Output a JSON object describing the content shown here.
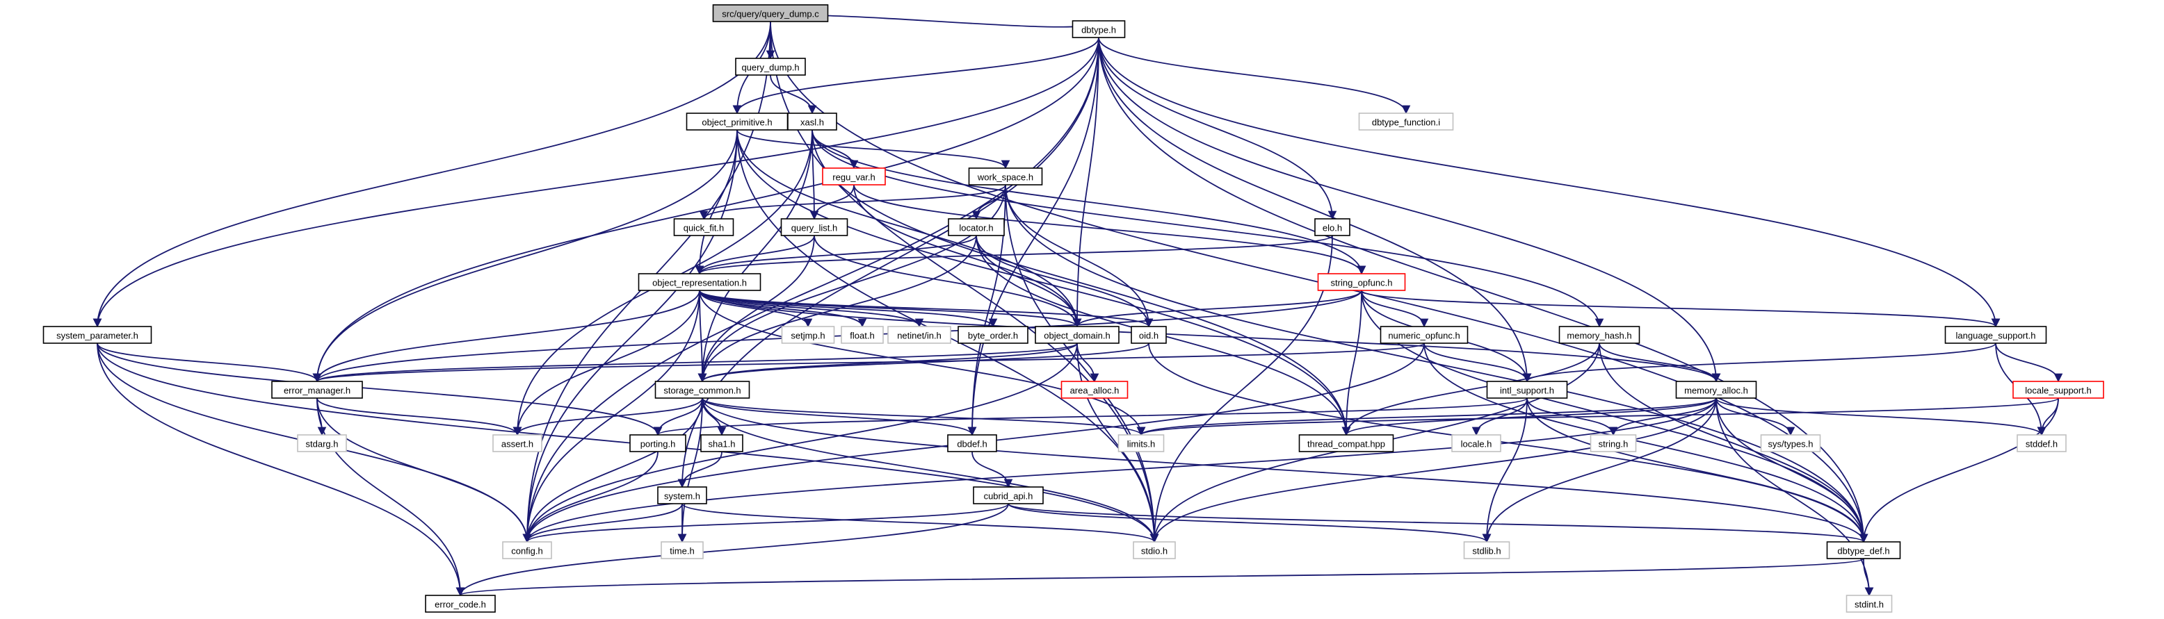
{
  "colors": {
    "edge": "#191970",
    "edge_light": "#a9a9a9",
    "node_border": "#000000",
    "node_border_light": "#bfbfbf",
    "node_border_missing": "#ff0000",
    "root_fill": "#bfbfbf",
    "node_fill": "#ffffff"
  },
  "nodes": [
    {
      "id": "root",
      "label": "src/query/query_dump.c",
      "style": "root"
    },
    {
      "id": "query_dump_h",
      "label": "query_dump.h",
      "style": "normal"
    },
    {
      "id": "dbtype_h",
      "label": "dbtype.h",
      "style": "normal"
    },
    {
      "id": "object_primitive_h",
      "label": "object_primitive.h",
      "style": "normal"
    },
    {
      "id": "xasl_h",
      "label": "xasl.h",
      "style": "normal"
    },
    {
      "id": "dbtype_function_i",
      "label": "dbtype_function.i",
      "style": "light"
    },
    {
      "id": "regu_var_h",
      "label": "regu_var.h",
      "style": "missing"
    },
    {
      "id": "work_space_h",
      "label": "work_space.h",
      "style": "normal"
    },
    {
      "id": "quick_fit_h",
      "label": "quick_fit.h",
      "style": "normal"
    },
    {
      "id": "query_list_h",
      "label": "query_list.h",
      "style": "normal"
    },
    {
      "id": "locator_h",
      "label": "locator.h",
      "style": "normal"
    },
    {
      "id": "elo_h",
      "label": "elo.h",
      "style": "normal"
    },
    {
      "id": "object_representation_h",
      "label": "object_representation.h",
      "style": "normal"
    },
    {
      "id": "string_opfunc_h",
      "label": "string_opfunc.h",
      "style": "missing"
    },
    {
      "id": "setjmp_h",
      "label": "setjmp.h",
      "style": "light"
    },
    {
      "id": "float_h",
      "label": "float.h",
      "style": "light"
    },
    {
      "id": "netinet_in_h",
      "label": "netinet/in.h",
      "style": "light"
    },
    {
      "id": "byte_order_h",
      "label": "byte_order.h",
      "style": "normal"
    },
    {
      "id": "object_domain_h",
      "label": "object_domain.h",
      "style": "normal"
    },
    {
      "id": "oid_h",
      "label": "oid.h",
      "style": "normal"
    },
    {
      "id": "numeric_opfunc_h",
      "label": "numeric_opfunc.h",
      "style": "normal"
    },
    {
      "id": "memory_hash_h",
      "label": "memory_hash.h",
      "style": "normal"
    },
    {
      "id": "language_support_h",
      "label": "language_support.h",
      "style": "normal"
    },
    {
      "id": "system_parameter_h",
      "label": "system_parameter.h",
      "style": "normal"
    },
    {
      "id": "error_manager_h",
      "label": "error_manager.h",
      "style": "normal"
    },
    {
      "id": "area_alloc_h",
      "label": "area_alloc.h",
      "style": "missing"
    },
    {
      "id": "storage_common_h",
      "label": "storage_common.h",
      "style": "normal"
    },
    {
      "id": "intl_support_h",
      "label": "intl_support.h",
      "style": "normal"
    },
    {
      "id": "memory_alloc_h",
      "label": "memory_alloc.h",
      "style": "normal"
    },
    {
      "id": "locale_support_h",
      "label": "locale_support.h",
      "style": "missing"
    },
    {
      "id": "stdarg_h",
      "label": "stdarg.h",
      "style": "light"
    },
    {
      "id": "assert_h",
      "label": "assert.h",
      "style": "light"
    },
    {
      "id": "porting_h",
      "label": "porting.h",
      "style": "normal"
    },
    {
      "id": "sha1_h",
      "label": "sha1.h",
      "style": "normal"
    },
    {
      "id": "dbdef_h",
      "label": "dbdef.h",
      "style": "normal"
    },
    {
      "id": "limits_h",
      "label": "limits.h",
      "style": "light"
    },
    {
      "id": "thread_compat_hpp",
      "label": "thread_compat.hpp",
      "style": "normal"
    },
    {
      "id": "locale_h",
      "label": "locale.h",
      "style": "light"
    },
    {
      "id": "string_h",
      "label": "string.h",
      "style": "light"
    },
    {
      "id": "sys_types_h",
      "label": "sys/types.h",
      "style": "light"
    },
    {
      "id": "stddef_h",
      "label": "stddef.h",
      "style": "light"
    },
    {
      "id": "system_h",
      "label": "system.h",
      "style": "normal"
    },
    {
      "id": "cubrid_api_h",
      "label": "cubrid_api.h",
      "style": "normal"
    },
    {
      "id": "config_h",
      "label": "config.h",
      "style": "light"
    },
    {
      "id": "time_h",
      "label": "time.h",
      "style": "light"
    },
    {
      "id": "stdio_h",
      "label": "stdio.h",
      "style": "light"
    },
    {
      "id": "stdlib_h",
      "label": "stdlib.h",
      "style": "light"
    },
    {
      "id": "dbtype_def_h",
      "label": "dbtype_def.h",
      "style": "normal"
    },
    {
      "id": "stdint_h",
      "label": "stdint.h",
      "style": "light"
    },
    {
      "id": "error_code_h",
      "label": "error_code.h",
      "style": "normal"
    }
  ],
  "edges": [
    [
      "root",
      "query_dump_h"
    ],
    [
      "root",
      "dbtype_h"
    ],
    [
      "root",
      "object_primitive_h"
    ],
    [
      "root",
      "system_parameter_h"
    ],
    [
      "root",
      "config_h"
    ],
    [
      "root",
      "stdio_h"
    ],
    [
      "root",
      "dbtype_def_h"
    ],
    [
      "query_dump_h",
      "xasl_h"
    ],
    [
      "dbtype_h",
      "object_primitive_h"
    ],
    [
      "dbtype_h",
      "dbtype_function_i"
    ],
    [
      "dbtype_h",
      "elo_h"
    ],
    [
      "dbtype_h",
      "object_domain_h"
    ],
    [
      "dbtype_h",
      "language_support_h"
    ],
    [
      "dbtype_h",
      "intl_support_h"
    ],
    [
      "dbtype_h",
      "memory_alloc_h"
    ],
    [
      "dbtype_h",
      "dbdef_h"
    ],
    [
      "dbtype_h",
      "system_parameter_h"
    ],
    [
      "dbtype_h",
      "error_manager_h"
    ],
    [
      "dbtype_h",
      "config_h"
    ],
    [
      "dbtype_h",
      "dbtype_def_h"
    ],
    [
      "dbtype_h",
      "system_h"
    ],
    [
      "object_primitive_h",
      "object_representation_h"
    ],
    [
      "object_primitive_h",
      "object_domain_h"
    ],
    [
      "object_primitive_h",
      "work_space_h"
    ],
    [
      "object_primitive_h",
      "error_manager_h"
    ],
    [
      "object_primitive_h",
      "config_h"
    ],
    [
      "object_primitive_h",
      "stdio_h"
    ],
    [
      "object_primitive_h",
      "thread_compat_hpp"
    ],
    [
      "xasl_h",
      "regu_var_h"
    ],
    [
      "xasl_h",
      "query_list_h"
    ],
    [
      "xasl_h",
      "string_opfunc_h"
    ],
    [
      "xasl_h",
      "memory_hash_h"
    ],
    [
      "xasl_h",
      "storage_common_h"
    ],
    [
      "xasl_h",
      "assert_h"
    ],
    [
      "xasl_h",
      "thread_compat_hpp"
    ],
    [
      "regu_var_h",
      "query_list_h"
    ],
    [
      "regu_var_h",
      "string_opfunc_h"
    ],
    [
      "regu_var_h",
      "object_domain_h"
    ],
    [
      "work_space_h",
      "quick_fit_h"
    ],
    [
      "work_space_h",
      "locator_h"
    ],
    [
      "work_space_h",
      "oid_h"
    ],
    [
      "work_space_h",
      "dbdef_h"
    ],
    [
      "work_space_h",
      "storage_common_h"
    ],
    [
      "work_space_h",
      "stdio_h"
    ],
    [
      "work_space_h",
      "dbtype_def_h"
    ],
    [
      "query_list_h",
      "object_representation_h"
    ],
    [
      "query_list_h",
      "object_domain_h"
    ],
    [
      "query_list_h",
      "storage_common_h"
    ],
    [
      "locator_h",
      "object_representation_h"
    ],
    [
      "locator_h",
      "oid_h"
    ],
    [
      "locator_h",
      "object_domain_h"
    ],
    [
      "locator_h",
      "storage_common_h"
    ],
    [
      "locator_h",
      "thread_compat_hpp"
    ],
    [
      "elo_h",
      "object_representation_h"
    ],
    [
      "elo_h",
      "stdio_h"
    ],
    [
      "object_representation_h",
      "setjmp_h"
    ],
    [
      "object_representation_h",
      "float_h"
    ],
    [
      "object_representation_h",
      "netinet_in_h"
    ],
    [
      "object_representation_h",
      "byte_order_h"
    ],
    [
      "object_representation_h",
      "object_domain_h"
    ],
    [
      "object_representation_h",
      "oid_h"
    ],
    [
      "object_representation_h",
      "storage_common_h"
    ],
    [
      "object_representation_h",
      "error_manager_h"
    ],
    [
      "object_representation_h",
      "memory_alloc_h"
    ],
    [
      "object_representation_h",
      "assert_h"
    ],
    [
      "object_representation_h",
      "limits_h"
    ],
    [
      "object_representation_h",
      "config_h"
    ],
    [
      "string_opfunc_h",
      "object_domain_h"
    ],
    [
      "string_opfunc_h",
      "numeric_opfunc_h"
    ],
    [
      "string_opfunc_h",
      "intl_support_h"
    ],
    [
      "string_opfunc_h",
      "language_support_h"
    ],
    [
      "string_opfunc_h",
      "thread_compat_hpp"
    ],
    [
      "string_opfunc_h",
      "dbtype_def_h"
    ],
    [
      "string_opfunc_h",
      "error_manager_h"
    ],
    [
      "object_domain_h",
      "area_alloc_h"
    ],
    [
      "object_domain_h",
      "storage_common_h"
    ],
    [
      "object_domain_h",
      "error_manager_h"
    ],
    [
      "object_domain_h",
      "stdio_h"
    ],
    [
      "object_domain_h",
      "config_h"
    ],
    [
      "oid_h",
      "storage_common_h"
    ],
    [
      "oid_h",
      "dbtype_def_h"
    ],
    [
      "numeric_opfunc_h",
      "intl_support_h"
    ],
    [
      "numeric_opfunc_h",
      "error_manager_h"
    ],
    [
      "numeric_opfunc_h",
      "config_h"
    ],
    [
      "numeric_opfunc_h",
      "dbtype_def_h"
    ],
    [
      "memory_hash_h",
      "memory_alloc_h"
    ],
    [
      "memory_hash_h",
      "thread_compat_hpp"
    ],
    [
      "memory_hash_h",
      "stdio_h"
    ],
    [
      "memory_hash_h",
      "dbtype_def_h"
    ],
    [
      "language_support_h",
      "intl_support_h"
    ],
    [
      "language_support_h",
      "locale_support_h"
    ],
    [
      "language_support_h",
      "stddef_h"
    ],
    [
      "system_parameter_h",
      "error_manager_h"
    ],
    [
      "system_parameter_h",
      "porting_h"
    ],
    [
      "system_parameter_h",
      "config_h"
    ],
    [
      "system_parameter_h",
      "error_code_h"
    ],
    [
      "system_parameter_h",
      "stdio_h"
    ],
    [
      "error_manager_h",
      "stdarg_h"
    ],
    [
      "error_manager_h",
      "assert_h"
    ],
    [
      "error_manager_h",
      "config_h"
    ],
    [
      "error_manager_h",
      "error_code_h"
    ],
    [
      "storage_common_h",
      "assert_h"
    ],
    [
      "storage_common_h",
      "porting_h"
    ],
    [
      "storage_common_h",
      "sha1_h"
    ],
    [
      "storage_common_h",
      "dbdef_h"
    ],
    [
      "storage_common_h",
      "limits_h"
    ],
    [
      "storage_common_h",
      "config_h"
    ],
    [
      "storage_common_h",
      "time_h"
    ],
    [
      "storage_common_h",
      "stdio_h"
    ],
    [
      "storage_common_h",
      "dbtype_def_h"
    ],
    [
      "intl_support_h",
      "locale_h"
    ],
    [
      "intl_support_h",
      "string_h"
    ],
    [
      "intl_support_h",
      "stdlib_h"
    ],
    [
      "intl_support_h",
      "dbtype_def_h"
    ],
    [
      "intl_support_h",
      "porting_h"
    ],
    [
      "memory_alloc_h",
      "thread_compat_hpp"
    ],
    [
      "memory_alloc_h",
      "limits_h"
    ],
    [
      "memory_alloc_h",
      "string_h"
    ],
    [
      "memory_alloc_h",
      "sys_types_h"
    ],
    [
      "memory_alloc_h",
      "stddef_h"
    ],
    [
      "memory_alloc_h",
      "stdlib_h"
    ],
    [
      "memory_alloc_h",
      "stdio_h"
    ],
    [
      "memory_alloc_h",
      "config_h"
    ],
    [
      "memory_alloc_h",
      "dbtype_def_h"
    ],
    [
      "memory_alloc_h",
      "stdint_h"
    ],
    [
      "locale_support_h",
      "stddef_h"
    ],
    [
      "locale_support_h",
      "limits_h"
    ],
    [
      "locale_support_h",
      "dbtype_def_h"
    ],
    [
      "porting_h",
      "config_h"
    ],
    [
      "sha1_h",
      "system_h"
    ],
    [
      "dbdef_h",
      "cubrid_api_h"
    ],
    [
      "system_h",
      "config_h"
    ],
    [
      "system_h",
      "time_h"
    ],
    [
      "system_h",
      "stdio_h"
    ],
    [
      "cubrid_api_h",
      "config_h"
    ],
    [
      "cubrid_api_h",
      "stdlib_h"
    ],
    [
      "cubrid_api_h",
      "error_code_h"
    ],
    [
      "cubrid_api_h",
      "dbtype_def_h"
    ],
    [
      "dbtype_def_h",
      "error_code_h"
    ],
    [
      "dbtype_def_h",
      "stdint_h"
    ]
  ]
}
